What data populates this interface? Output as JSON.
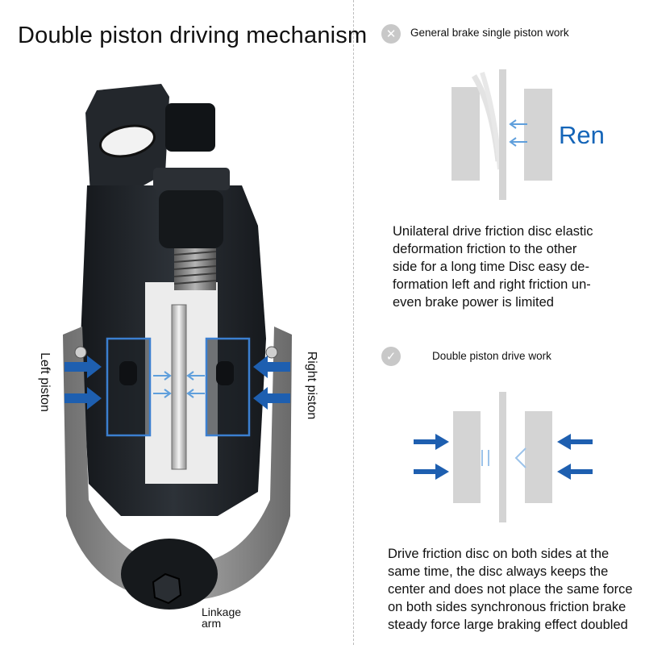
{
  "title": "Double piston driving mechanism",
  "labels": {
    "left_piston": "Left piston",
    "right_piston": "Right piston",
    "linkage_line1": "Linkage",
    "linkage_line2": "arm"
  },
  "single_piston": {
    "status_icon": "x-icon",
    "heading": "General brake single piston work",
    "overlay_text": "Ren",
    "description_lines": [
      "Unilateral drive friction disc elastic",
      "deformation friction to the other",
      "side for a long time Disc easy de-",
      "formation left and right friction un-",
      "even brake power is limited"
    ]
  },
  "double_piston": {
    "status_icon": "check-icon",
    "heading": "Double piston drive work",
    "description_lines": [
      "Drive friction disc on both sides at the",
      "same time, the disc always keeps the",
      "center and does not place the same force",
      "on both sides synchronous friction brake",
      "steady force large braking effect doubled"
    ]
  },
  "colors": {
    "accent_blue": "#1565b8",
    "pad_gray": "#d4d4d4",
    "caliper_dark": "#1f2328",
    "bracket_gray": "#8c8c8c",
    "icon_gray": "#c8c8c8"
  }
}
